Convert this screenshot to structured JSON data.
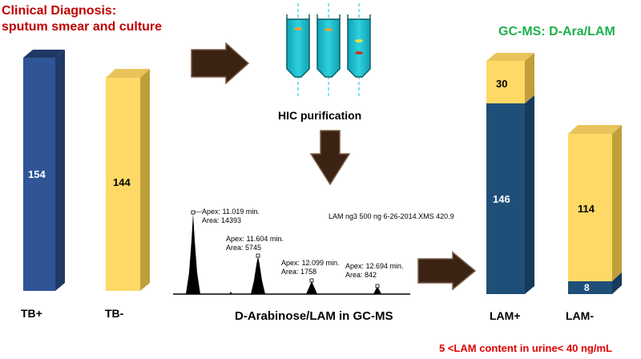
{
  "title_left": {
    "line1": "Clinical Diagnosis:",
    "line2": "sputum smear and culture"
  },
  "title_right": "GC-MS: D-Ara/LAM",
  "hic_label": "HIC purification",
  "gcms_label": "D-Arabinose/LAM in GC-MS",
  "bottom_note": "5 <LAM content in urine< 40  ng/mL",
  "chromatogram": {
    "header": "LAM ng3 500 ng 6-26-2014.XMS 420.9",
    "peaks": [
      {
        "apex": "Apex: 11.019 min.",
        "area": "Area: 14393"
      },
      {
        "apex": "Apex: 11.604 min.",
        "area": "Area: 5745"
      },
      {
        "apex": "Apex: 12.099 min.",
        "area": "Area: 1758"
      },
      {
        "apex": "Apex: 12.694 min.",
        "area": "Area: 842"
      }
    ]
  },
  "colors": {
    "blue_front": "#2f5597",
    "blue_side": "#1f3864",
    "blue_top": "#203864",
    "yellow_front": "#ffd966",
    "yellow_side": "#bf9f3a",
    "navy_front": "#1f4e79",
    "navy_side": "#163a5c",
    "arrow": "#3b2314",
    "teal": "#17b8c8",
    "title_red": "#c00000",
    "title_green": "#1fb04b",
    "note_red": "#e00000"
  },
  "chart_data": {
    "type": "bar",
    "groups": [
      {
        "category": "TB+",
        "segments": [
          {
            "value": 154,
            "color": "blue"
          }
        ]
      },
      {
        "category": "TB-",
        "segments": [
          {
            "value": 144,
            "color": "yellow"
          }
        ]
      },
      {
        "category": "LAM+",
        "segments": [
          {
            "value": 146,
            "color": "navy"
          },
          {
            "value": 30,
            "color": "yellow"
          }
        ]
      },
      {
        "category": "LAM-",
        "segments": [
          {
            "value": 8,
            "color": "navy"
          },
          {
            "value": 114,
            "color": "yellow"
          }
        ]
      }
    ]
  }
}
